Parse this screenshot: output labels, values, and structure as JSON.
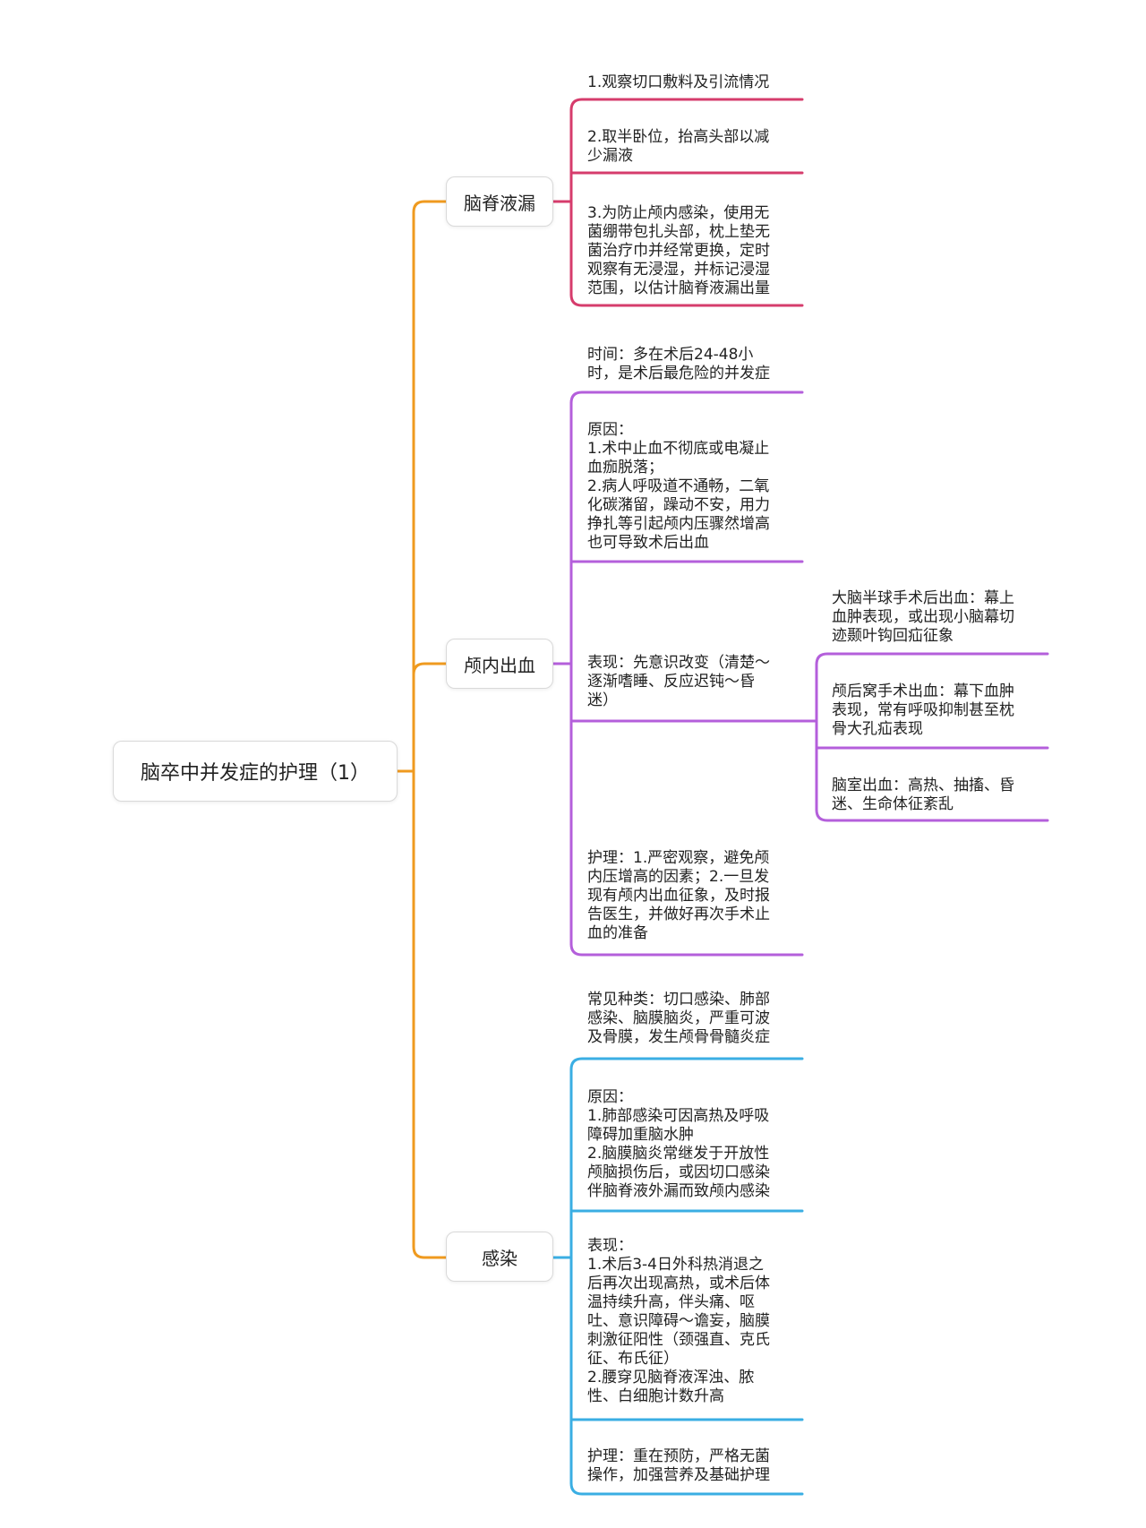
{
  "root": {
    "label": "脑卒中并发症的护理（1）"
  },
  "branches": [
    {
      "label": "脑脊液漏",
      "items": [
        [
          "1.观察切口敷料及引流情况"
        ],
        [
          "2.取半卧位，抬高头部以减",
          "少漏液"
        ],
        [
          "3.为防止颅内感染，使用无",
          "菌绷带包扎头部，枕上垫无",
          "菌治疗巾并经常更换，定时",
          "观察有无浸湿，并标记浸湿",
          "范围，以估计脑脊液漏出量"
        ]
      ]
    },
    {
      "label": "颅内出血",
      "items": [
        [
          "时间：多在术后24-48小",
          "时，是术后最危险的并发症"
        ],
        [
          "原因：",
          "1.术中止血不彻底或电凝止",
          "血痂脱落；",
          "2.病人呼吸道不通畅，二氧",
          "化碳潴留，躁动不安，用力",
          "挣扎等引起颅内压骤然增高",
          "也可导致术后出血"
        ],
        [
          "表现：先意识改变（清楚～",
          "逐渐嗜睡、反应迟钝～昏",
          "迷）"
        ],
        [
          "护理：1.严密观察，避免颅",
          "内压增高的因素；2.一旦发",
          "现有颅内出血征象，及时报",
          "告医生，并做好再次手术止",
          "血的准备"
        ]
      ],
      "subitems": [
        [
          "大脑半球手术后出血：幕上",
          "血肿表现，或出现小脑幕切",
          "迹颞叶钩回疝征象"
        ],
        [
          "颅后窝手术出血：幕下血肿",
          "表现，常有呼吸抑制甚至枕",
          "骨大孔疝表现"
        ],
        [
          "脑室出血：高热、抽搐、昏",
          "迷、生命体征紊乱"
        ]
      ]
    },
    {
      "label": "感染",
      "items": [
        [
          "常见种类：切口感染、肺部",
          "感染、脑膜脑炎，严重可波",
          "及骨膜，发生颅骨骨髓炎症"
        ],
        [
          "原因：",
          "1.肺部感染可因高热及呼吸",
          "障碍加重脑水肿",
          "2.脑膜脑炎常继发于开放性",
          "颅脑损伤后，或因切口感染",
          "伴脑脊液外漏而致颅内感染"
        ],
        [
          "表现：",
          "1.术后3-4日外科热消退之",
          "后再次出现高热，或术后体",
          "温持续升高，伴头痛、呕",
          "吐、意识障碍～谵妄，脑膜",
          "刺激征阳性（颈强直、克氏",
          "征、布氏征）",
          "2.腰穿见脑脊液浑浊、脓",
          "性、白细胞计数升高"
        ],
        [
          "护理：重在预防，严格无菌",
          "操作，加强营养及基础护理"
        ]
      ]
    }
  ],
  "colors": {
    "trunk": "#ef9a1f",
    "branch_1": "#d63c6c",
    "branch_2": "#b45fdb",
    "branch_3": "#3aaee3"
  }
}
